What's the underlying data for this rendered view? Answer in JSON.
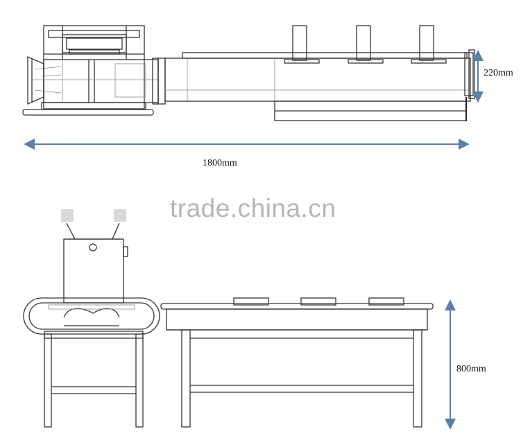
{
  "dimensions": {
    "width_label": "1800mm",
    "height_top_label": "220mm",
    "height_side_label": "800mm"
  },
  "watermark": "trade.china.cn",
  "colors": {
    "dimension_line": "#5a7fa8",
    "drawing_line": "#333333",
    "watermark": "#b5b5b5"
  }
}
